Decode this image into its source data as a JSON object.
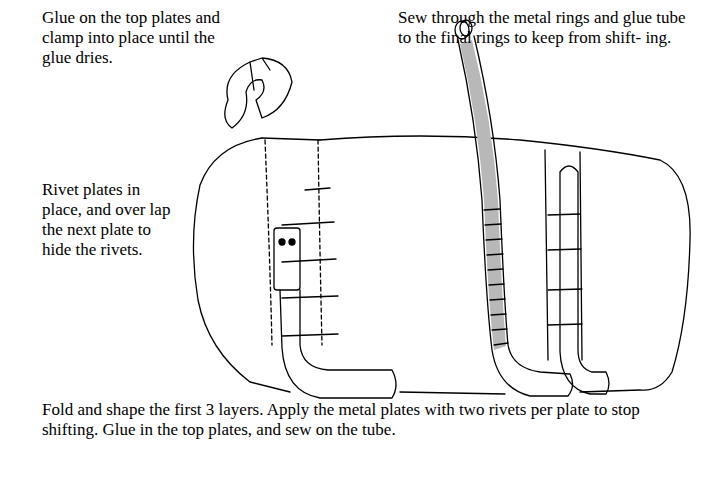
{
  "diagram": {
    "caption": "Fold and shape the first 3 layers. Apply the metal plates with two rivets per plate to stop shifting. Glue in the top plates, and sew on the tube.",
    "labels": [
      "Glue on the top plates and clamp into place until the glue dries.",
      "Sew through the metal rings and glue tube to the final rings to keep from shift- ing.",
      "Rivet plates in place, and over lap the next plate to hide the rivets."
    ]
  }
}
